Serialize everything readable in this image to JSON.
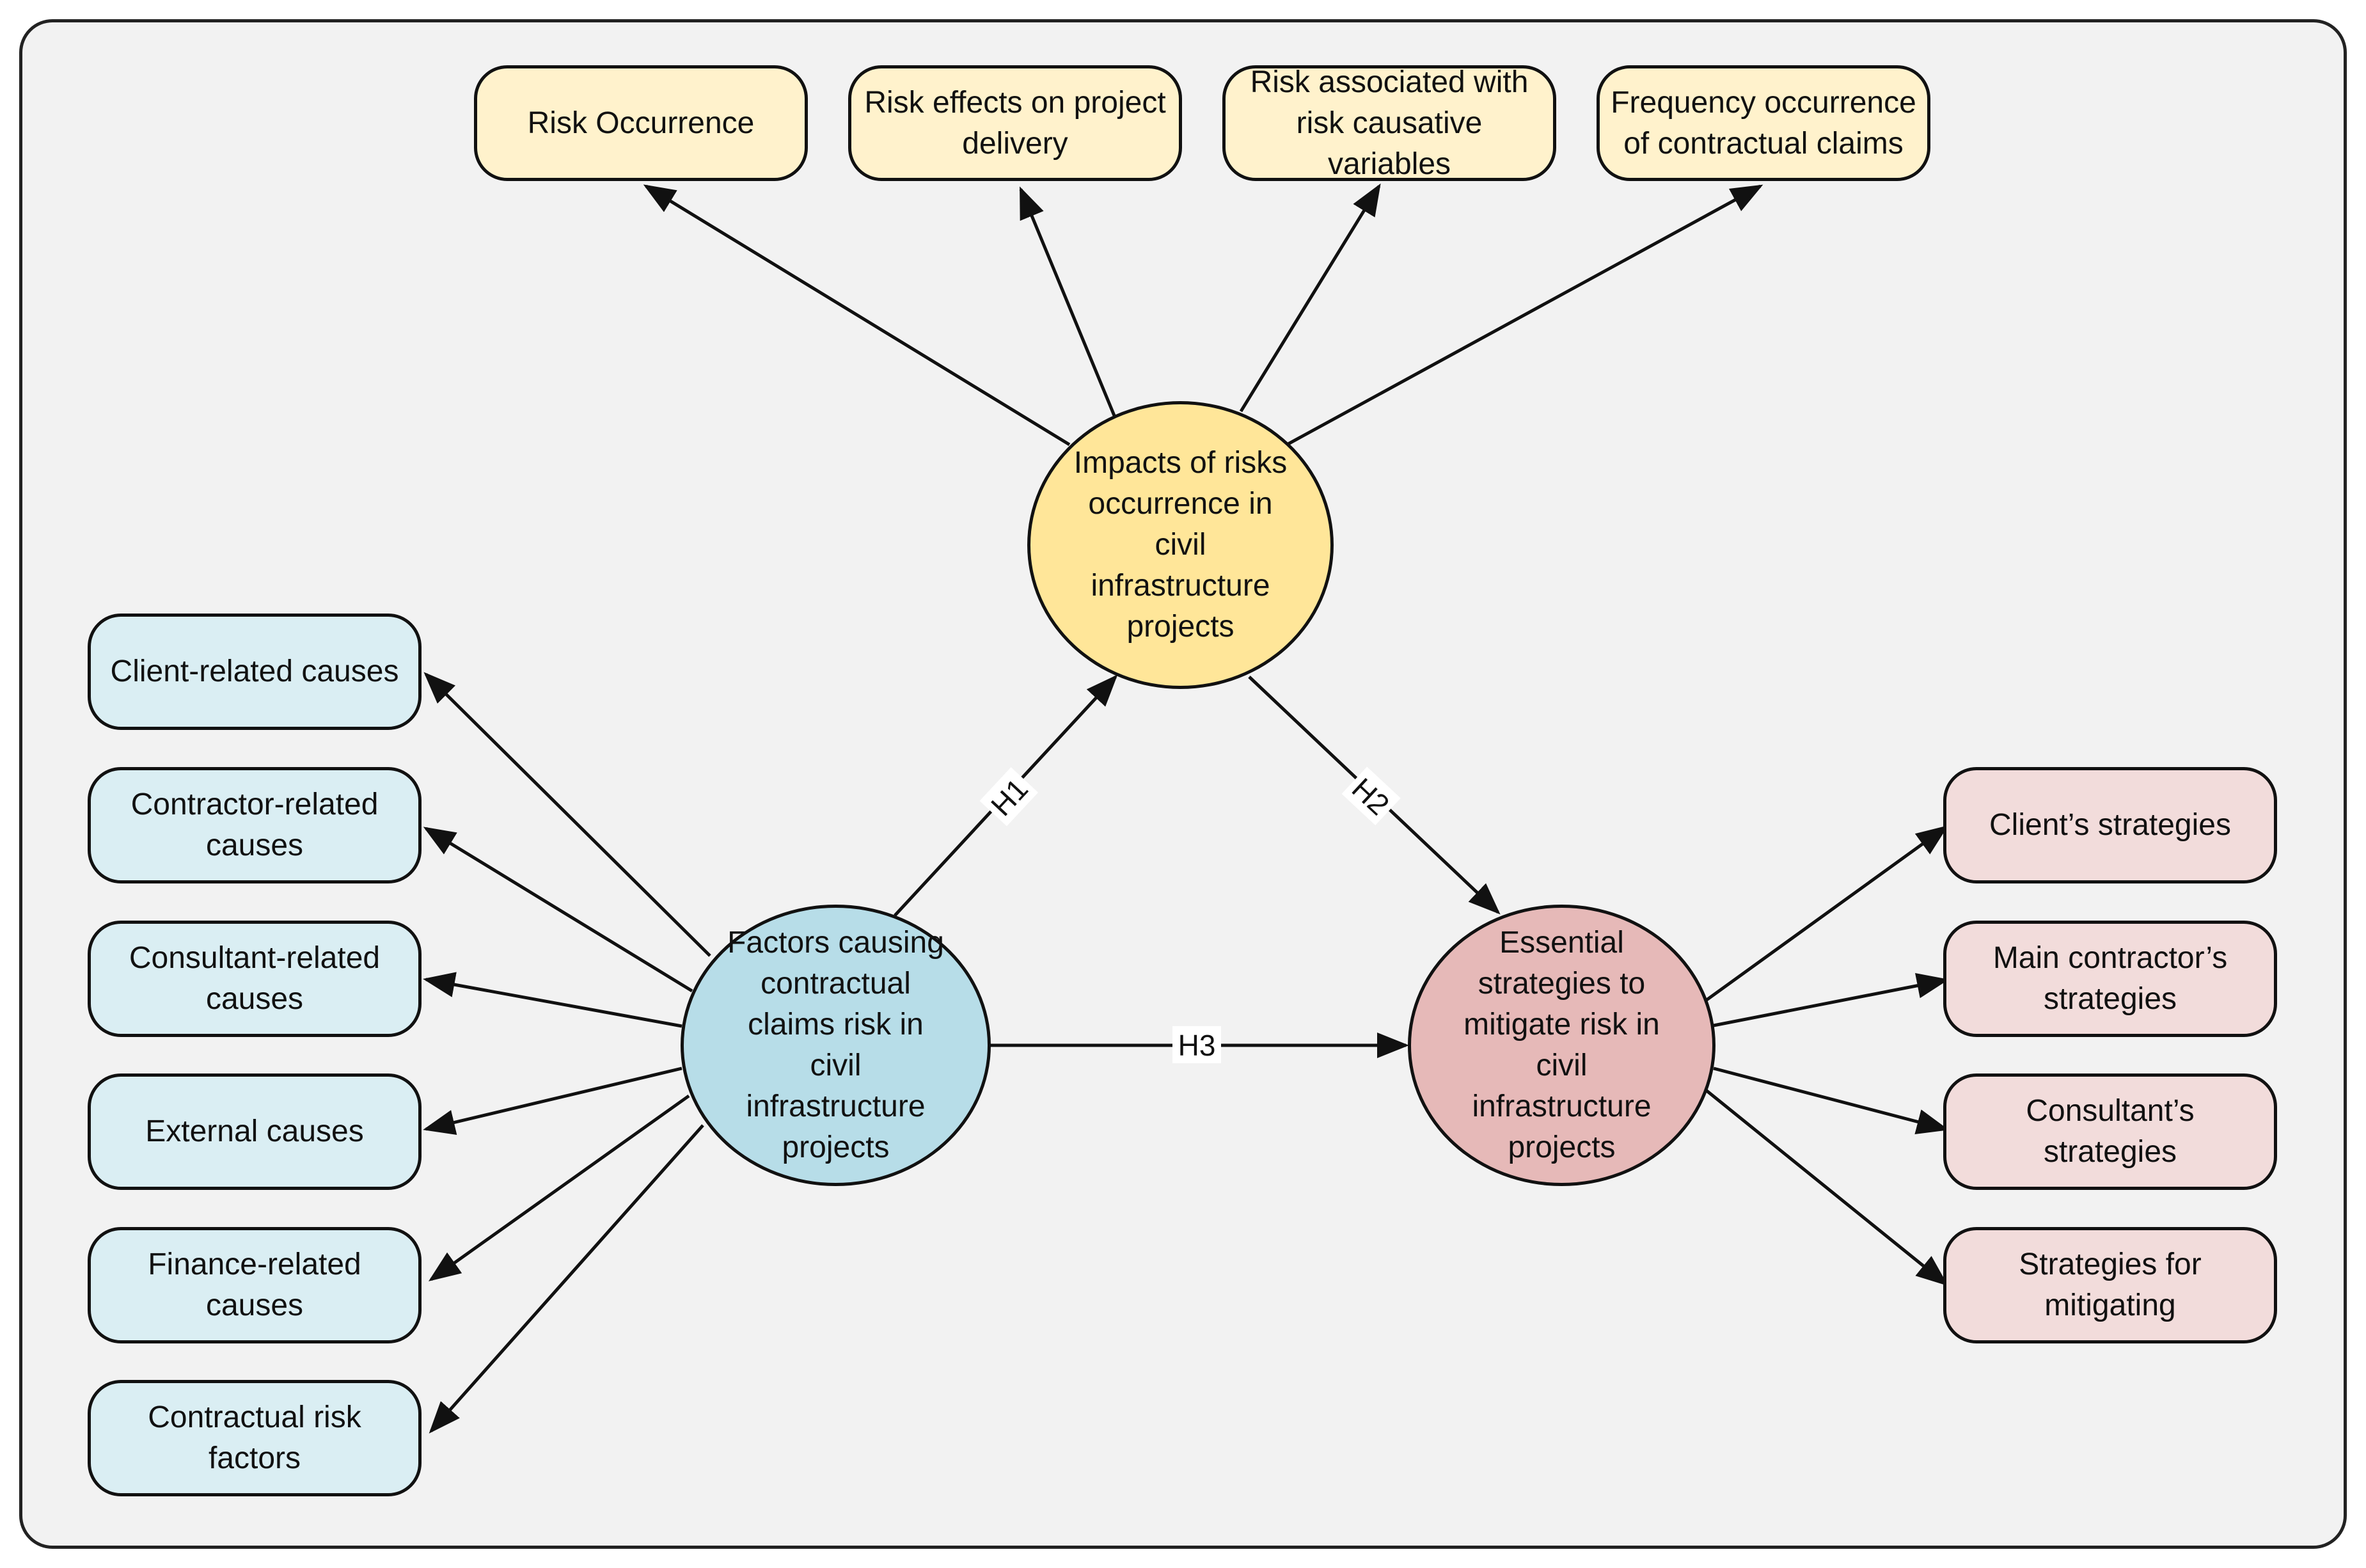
{
  "center": {
    "impacts": "Impacts of risks\noccurrence in civil\ninfrastructure\nprojects",
    "factors": "Factors causing\ncontractual\nclaims risk in civil\ninfrastructure\nprojects",
    "strategies": "Essential\nstrategies to\nmitigate risk in\ncivil infrastructure\nprojects"
  },
  "impact_items": [
    "Risk Occurrence",
    "Risk effects on project\ndelivery",
    "Risk associated with\nrisk causative\nvariables",
    "Frequency occurrence\nof contractual claims"
  ],
  "factor_items": [
    "Client-related causes",
    "Contractor-related\ncauses",
    "Consultant-related\ncauses",
    "External causes",
    "Finance-related\ncauses",
    "Contractual risk\nfactors"
  ],
  "strategy_items": [
    "Client’s strategies",
    "Main contractor’s\nstrategies",
    "Consultant’s strategies",
    "Strategies for\nmitigating"
  ],
  "hypotheses": {
    "h1": "H1",
    "h2": "H2",
    "h3": "H3"
  },
  "colors": {
    "impact_node": "#ffe699",
    "impact_items": "#fff2cc",
    "factor_node": "#b7dde8",
    "factor_items": "#daeef3",
    "strategy_node": "#e6b9b8",
    "strategy_items": "#f2dcdb"
  }
}
